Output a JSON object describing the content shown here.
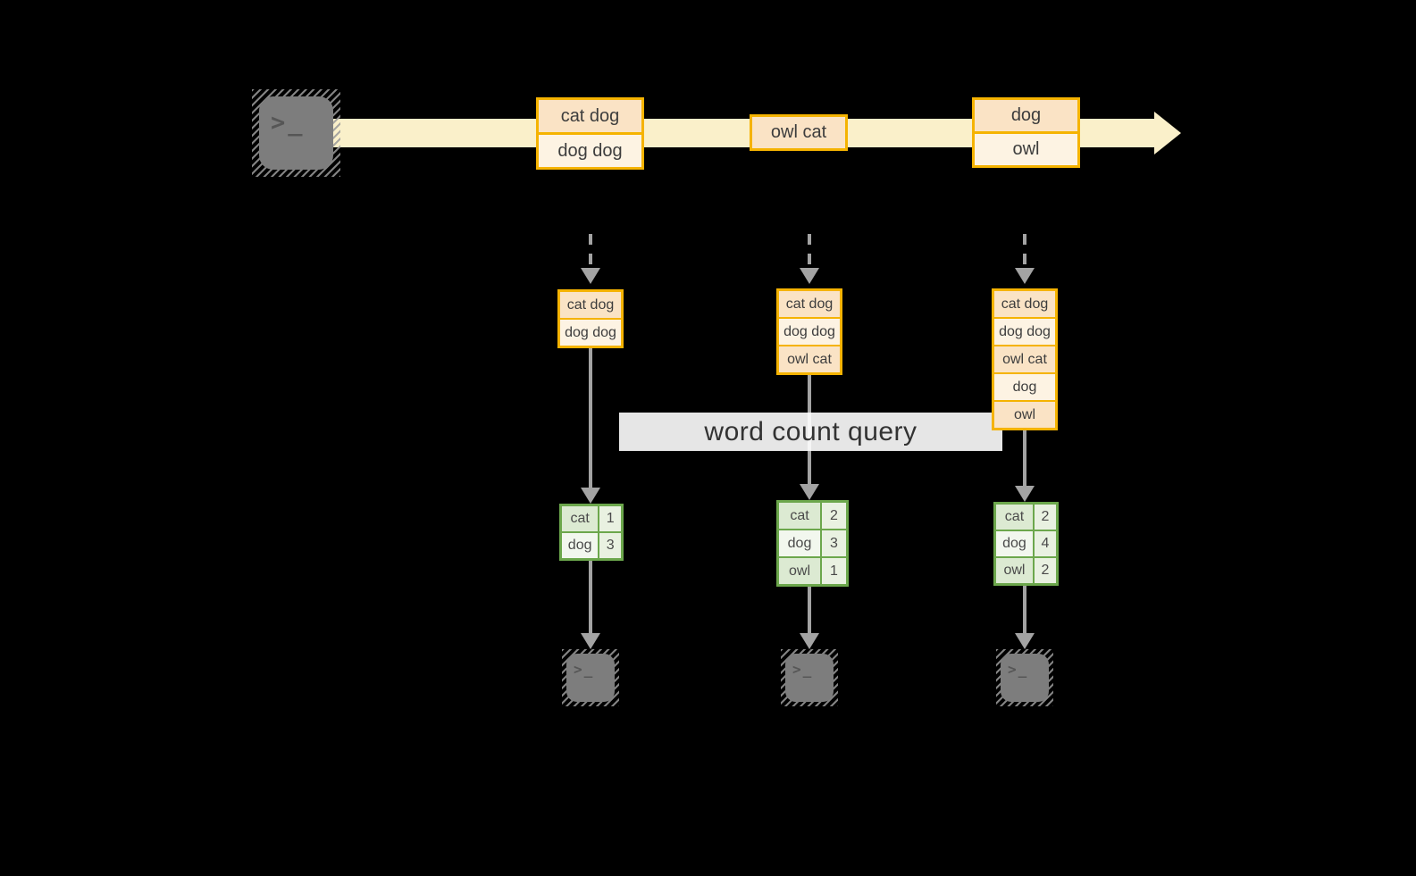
{
  "colors": {
    "background": "#000000",
    "stream_fill": "#faf0ca",
    "event_border": "#f5b301",
    "cell_peach": "#fae3c5",
    "cell_cream": "#fdf3e3",
    "table_border": "#6ca74c",
    "cell_green": "#dcead2",
    "cell_green_pale": "#f2f7ee",
    "cell_value": "#e9f1e1",
    "arrow_gray": "#a3a3a3",
    "terminal_fill": "#7d7d7d",
    "terminal_glyph_color": "#565656",
    "text_dark": "#3d3d3d"
  },
  "terminal": {
    "glyph": ">_"
  },
  "stream": {
    "events": [
      {
        "lines": [
          "cat dog",
          "dog dog"
        ]
      },
      {
        "lines": [
          "owl cat"
        ]
      },
      {
        "lines": [
          "dog",
          "owl"
        ]
      }
    ]
  },
  "query": {
    "label": "word count query"
  },
  "columns": [
    {
      "buffer": [
        "cat dog",
        "dog dog"
      ],
      "counts": [
        {
          "word": "cat",
          "count": 1
        },
        {
          "word": "dog",
          "count": 3
        }
      ]
    },
    {
      "buffer": [
        "cat dog",
        "dog dog",
        "owl cat"
      ],
      "counts": [
        {
          "word": "cat",
          "count": 2
        },
        {
          "word": "dog",
          "count": 3
        },
        {
          "word": "owl",
          "count": 1
        }
      ]
    },
    {
      "buffer": [
        "cat dog",
        "dog dog",
        "owl cat",
        "dog",
        "owl"
      ],
      "counts": [
        {
          "word": "cat",
          "count": 2
        },
        {
          "word": "dog",
          "count": 4
        },
        {
          "word": "owl",
          "count": 2
        }
      ]
    }
  ]
}
